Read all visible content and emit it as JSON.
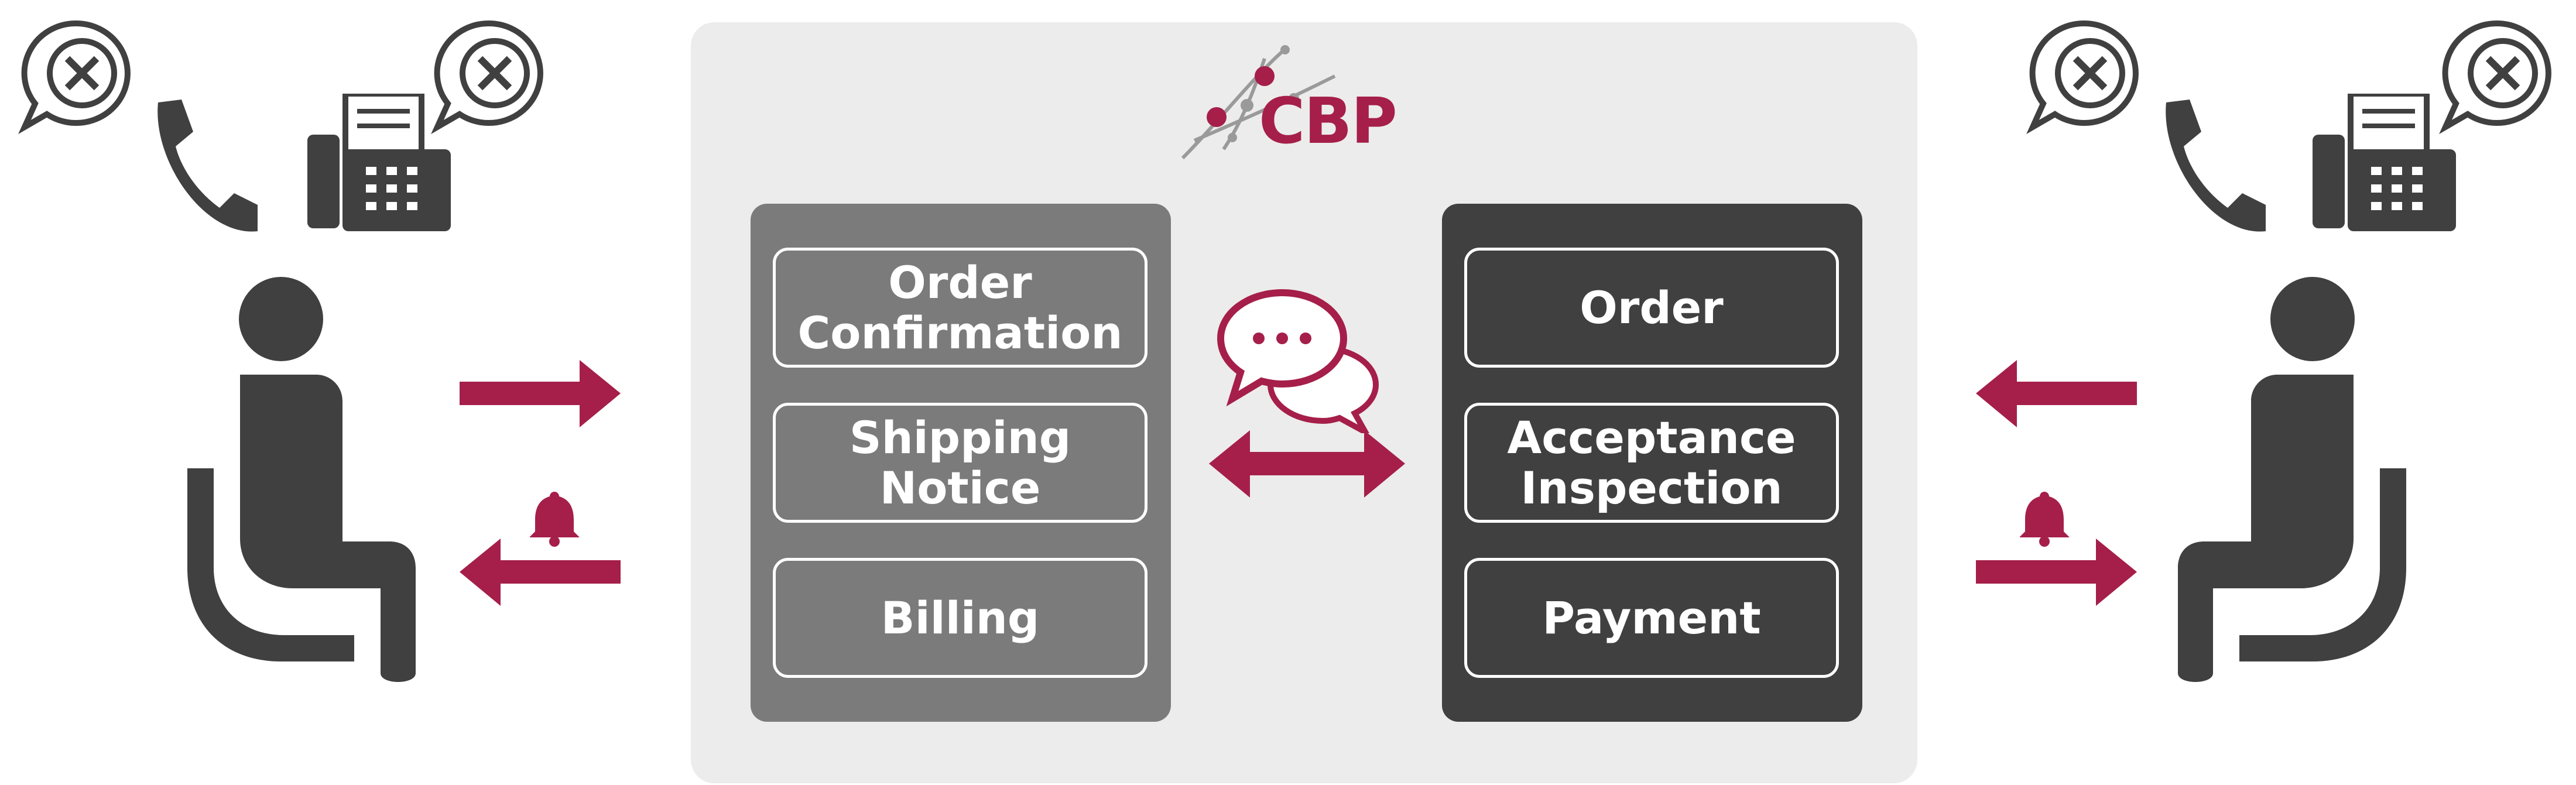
{
  "brand": {
    "name": "CBP",
    "accent": "#a51f4a",
    "dark": "#404040",
    "mid": "#7b7b7b",
    "hub_bg": "#ececec"
  },
  "left_panel": {
    "items": [
      {
        "label": "Order\nConfirmation"
      },
      {
        "label": "Shipping Notice"
      },
      {
        "label": "Billing"
      }
    ]
  },
  "right_panel": {
    "items": [
      {
        "label": "Order"
      },
      {
        "label": "Acceptance\nInspection"
      },
      {
        "label": "Payment"
      }
    ]
  },
  "icons": [
    "x-mark-icon",
    "speech-bubble-icon",
    "phone-icon",
    "fax-icon",
    "person-seated-icon",
    "arrow-right-icon",
    "arrow-left-icon",
    "bell-icon",
    "chat-icon",
    "double-arrow-icon",
    "cbp-logo-icon"
  ]
}
